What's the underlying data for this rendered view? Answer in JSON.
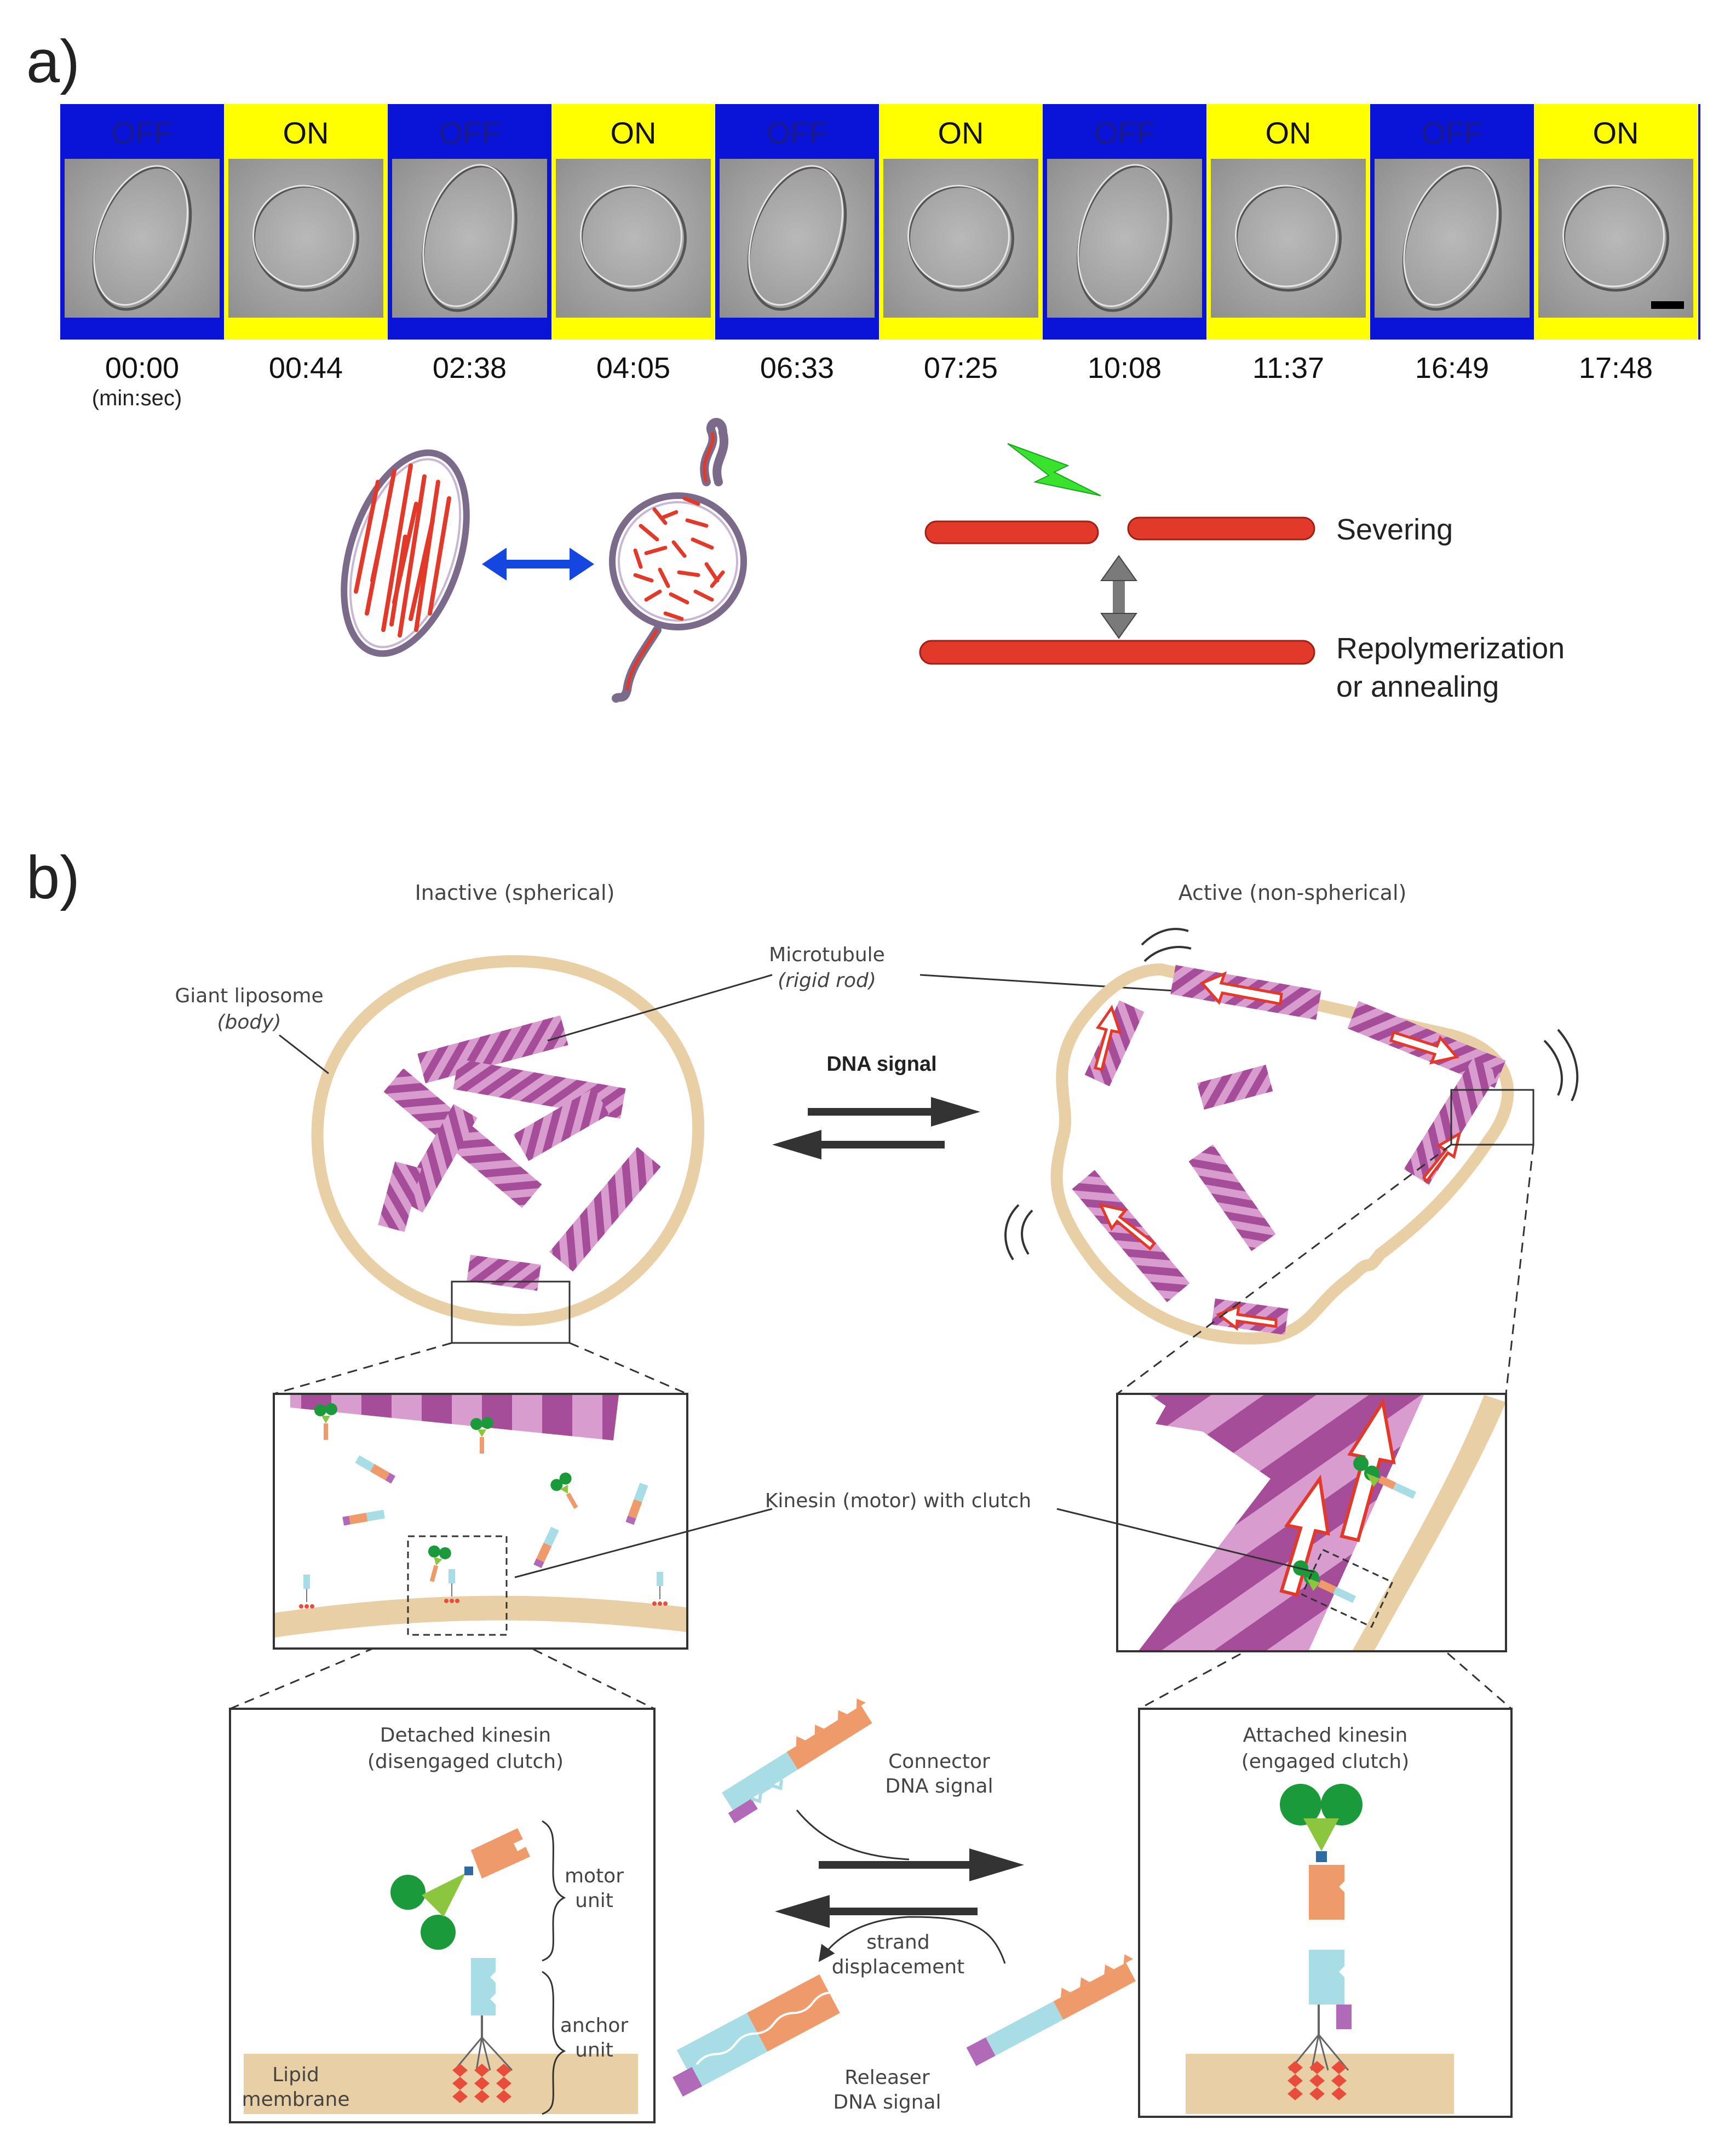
{
  "panel_a": {
    "label": "a)",
    "frames": [
      {
        "state": "OFF",
        "time": "00:00",
        "shape": "elongated"
      },
      {
        "state": "ON",
        "time": "00:44",
        "shape": "round"
      },
      {
        "state": "OFF",
        "time": "02:38",
        "shape": "elongated"
      },
      {
        "state": "ON",
        "time": "04:05",
        "shape": "round"
      },
      {
        "state": "OFF",
        "time": "06:33",
        "shape": "elongated"
      },
      {
        "state": "ON",
        "time": "07:25",
        "shape": "round"
      },
      {
        "state": "OFF",
        "time": "10:08",
        "shape": "elongated"
      },
      {
        "state": "ON",
        "time": "11:37",
        "shape": "round"
      },
      {
        "state": "OFF",
        "time": "16:49",
        "shape": "elongated"
      },
      {
        "state": "ON",
        "time": "17:48",
        "shape": "round"
      }
    ],
    "time_unit": "(min:sec)",
    "severing_label": "Severing",
    "repolymerization_label_1": "Repolymerization",
    "repolymerization_label_2": "or annealing",
    "colors": {
      "off": "#0a14d8",
      "on": "#ffff00",
      "microtubule": "#e23a2a",
      "lightning": "#39e22d",
      "double_arrow": "#1546e0"
    }
  },
  "panel_b": {
    "label": "b)",
    "inactive_title": "Inactive (spherical)",
    "active_title": "Active (non-spherical)",
    "liposome_label_1": "Giant liposome",
    "liposome_label_2": "(body)",
    "microtubule_label_1": "Microtubule",
    "microtubule_label_2": "(rigid rod)",
    "dna_signal_label": "DNA signal",
    "kinesin_label": "Kinesin (motor) with clutch",
    "detached_title_1": "Detached kinesin",
    "detached_title_2": "(disengaged clutch)",
    "attached_title_1": "Attached kinesin",
    "attached_title_2": "(engaged clutch)",
    "motor_unit_1": "motor",
    "motor_unit_2": "unit",
    "anchor_unit_1": "anchor",
    "anchor_unit_2": "unit",
    "lipid_membrane_1": "Lipid",
    "lipid_membrane_2": "membrane",
    "connector_1": "Connector",
    "connector_2": "DNA signal",
    "strand_1": "strand",
    "strand_2": "displacement",
    "releaser_1": "Releaser",
    "releaser_2": "DNA signal",
    "colors": {
      "liposome": "#e8cfa6",
      "microtubule": "#a64d9a",
      "microtubule_light": "#d99ccf",
      "kinesin_head": "#1b9a3c",
      "linker": "#8cc63f",
      "orange_dna": "#ef9a6b",
      "cyan_dna": "#a9dde6",
      "purple_dna": "#b16ab8",
      "anchor_red": "#e84d3c"
    }
  }
}
